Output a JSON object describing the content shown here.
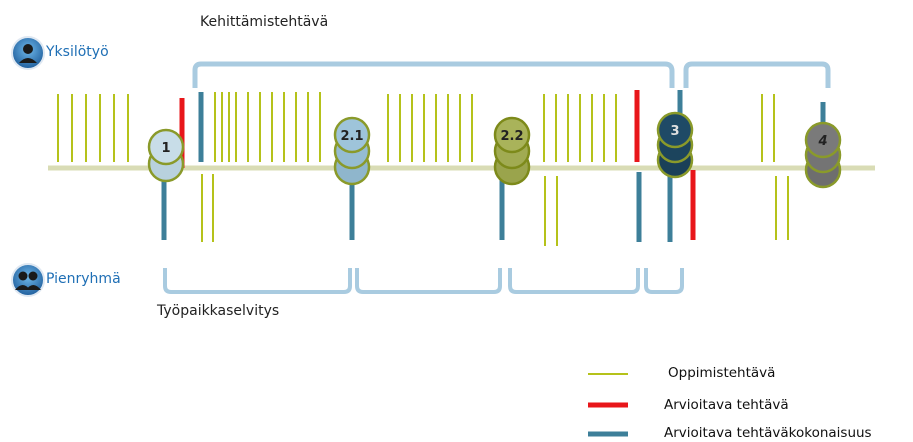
{
  "labels": {
    "top_bracket": "Kehittämistehtävä",
    "bottom_bracket": "Työpaikkaselvitys",
    "individual": "Yksilötyö",
    "group": "Pienryhmä"
  },
  "nodes": [
    {
      "label": "1",
      "color": "#c8dde8"
    },
    {
      "label": "2.1",
      "color": "#9ec4da"
    },
    {
      "label": "2.2",
      "color": "#a9b35a"
    },
    {
      "label": "3",
      "color": "#1f4a66"
    },
    {
      "label": "4",
      "color": "#7a7a7a"
    }
  ],
  "legend": [
    {
      "label": "Oppimistehtävä",
      "color": "#b5c21a"
    },
    {
      "label": "Arvioitava tehtävä",
      "color": "#e8161a"
    },
    {
      "label": "Arvioitava tehtäväkokonaisuus",
      "color": "#3d7f99"
    }
  ],
  "colors": {
    "timeline": "#d9dcb5",
    "learning_task": "#b5c21a",
    "graded_task": "#e8161a",
    "graded_whole": "#3d7f99",
    "bracket": "#a9cbe0"
  }
}
